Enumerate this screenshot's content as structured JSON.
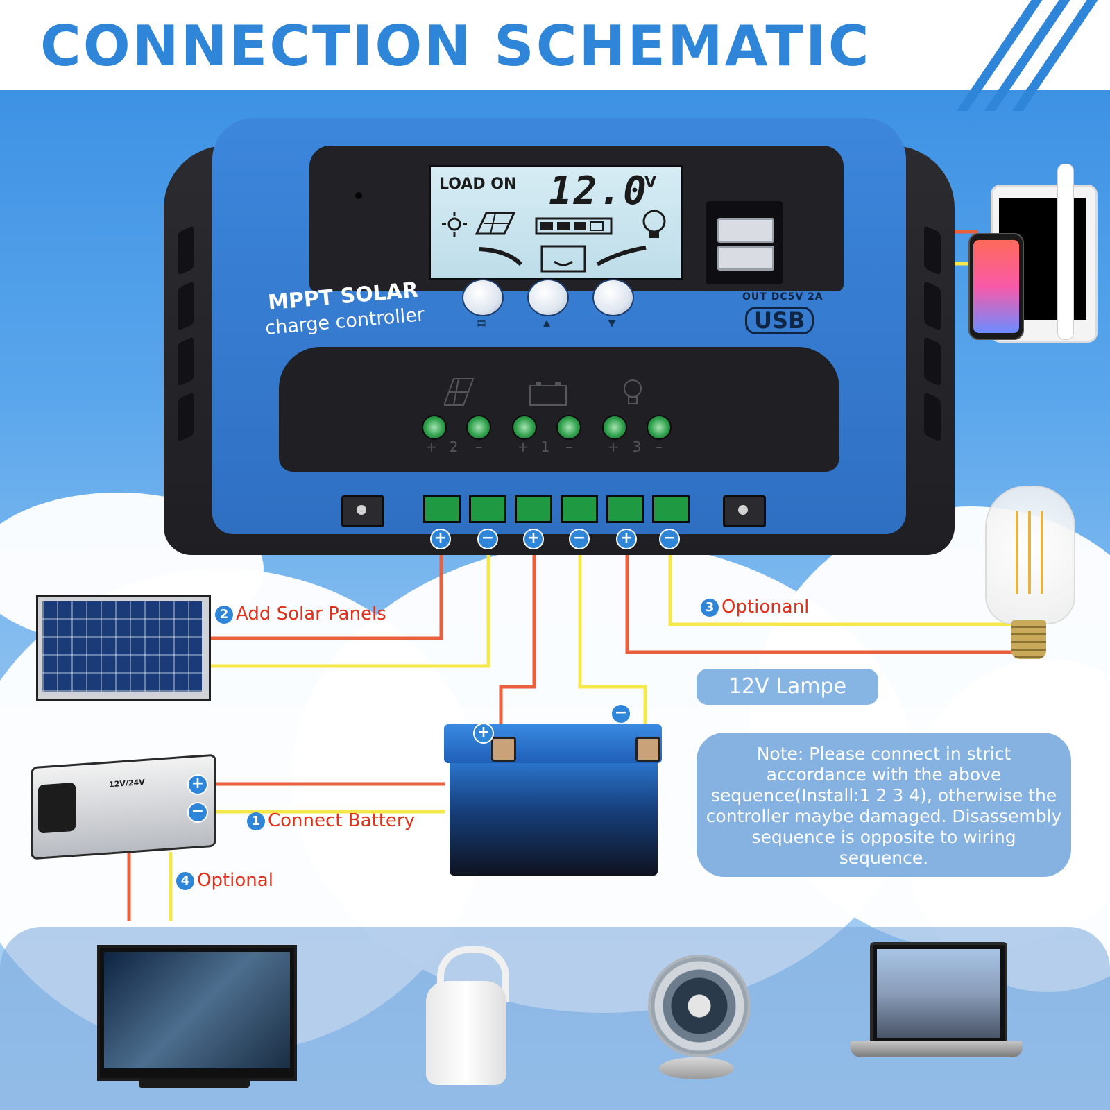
{
  "header": {
    "title": "CONNECTION SCHEMATIC"
  },
  "controller": {
    "lcd": {
      "load_status": "LOAD ON",
      "voltage": "12.0",
      "voltage_unit": "V"
    },
    "brand_line1": "MPPT SOLAR",
    "brand_line2": "charge controller",
    "usb_spec": "OUT DC5V 2A",
    "usb_logo": "USB",
    "terminal_labels": [
      "+",
      "2",
      "–",
      "+",
      "1",
      "–",
      "+",
      "3",
      "–"
    ],
    "buttons": [
      {
        "name": "menu-button",
        "icon": "menu-icon"
      },
      {
        "name": "up-button",
        "icon": "up-triangle-icon"
      },
      {
        "name": "down-button",
        "icon": "down-triangle-icon"
      }
    ]
  },
  "labels": {
    "solar": {
      "num": "2",
      "text": "Add Solar Panels"
    },
    "load": {
      "num": "3",
      "text": "Optionanl"
    },
    "battery": {
      "num": "1",
      "text": "Connect Battery"
    },
    "inverter": {
      "num": "4",
      "text": "Optional"
    },
    "lamp": "12V Lampe"
  },
  "note": "Note: Please connect in strict accordance with the above sequence(Install:1 2 3 4), otherwise the controller maybe damaged. Disassembly sequence is opposite to wiring sequence.",
  "inverter_text": "12V/24V",
  "polarity": {
    "plus": "+",
    "minus": "−"
  },
  "colors": {
    "accent": "#2f86d8",
    "wire_positive": "#e8603c",
    "wire_negative": "#f4e84a",
    "label": "#e0311b"
  }
}
